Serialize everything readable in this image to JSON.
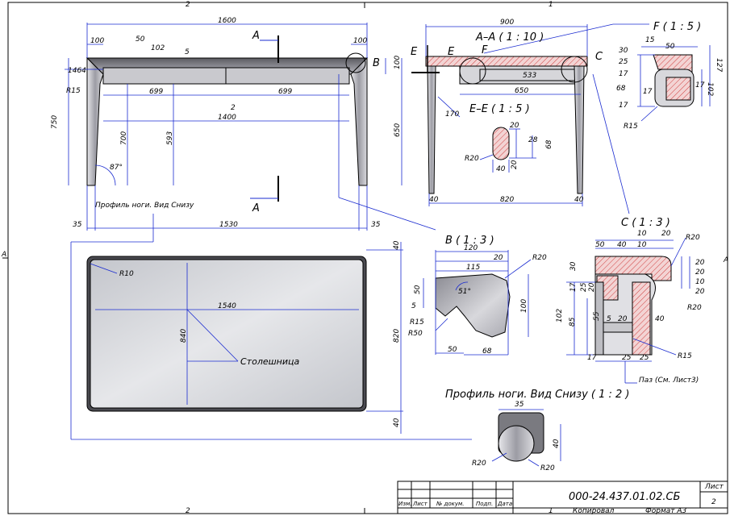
{
  "frame": {
    "zones_top": [
      "2",
      "1"
    ],
    "zones_bottom": [
      "2",
      "1"
    ],
    "zones_side": [
      "A",
      "A"
    ]
  },
  "views": {
    "front": {
      "dims": [
        "1600",
        "100",
        "50",
        "102",
        "5",
        "100",
        "1464",
        "R15",
        "699",
        "2",
        "699",
        "1400",
        "750",
        "700",
        "593",
        "87°",
        "650",
        "100",
        "35",
        "1530",
        "35"
      ],
      "section_mark": "A",
      "detail_mark": "B",
      "note": "Профиль ноги. Вид Снизу"
    },
    "side": {
      "title": "A–A ( 1 : 10 )",
      "dims": [
        "900",
        "533",
        "650",
        "170",
        "40",
        "820",
        "40"
      ],
      "marks": [
        "E",
        "E",
        "F",
        "C"
      ],
      "section_ee": "E–E ( 1 : 5 )"
    },
    "section_ee": {
      "dims": [
        "20",
        "28",
        "68",
        "R20",
        "40",
        "20"
      ]
    },
    "detail_f": {
      "title": "F ( 1 : 5 )",
      "dims": [
        "15",
        "50",
        "30",
        "25",
        "17",
        "68",
        "17",
        "17",
        "17",
        "127",
        "102",
        "R15"
      ]
    },
    "plan": {
      "dims": [
        "R10",
        "1540",
        "840",
        "820",
        "40",
        "40"
      ],
      "label": "Столешница"
    },
    "detail_b": {
      "title": "B ( 1 : 3 )",
      "dims": [
        "120",
        "20",
        "115",
        "R20",
        "50",
        "5",
        "51°",
        "R15",
        "R50",
        "100",
        "50",
        "68"
      ]
    },
    "detail_c": {
      "title": "C ( 1 : 3 )",
      "dims": [
        "10",
        "20",
        "R20",
        "50",
        "40",
        "10",
        "20",
        "30",
        "20",
        "10",
        "17",
        "25",
        "20",
        "20",
        "102",
        "55",
        "85",
        "5",
        "20",
        "40",
        "17",
        "25",
        "25",
        "R20",
        "R15"
      ],
      "note": "Паз (См. Лист3)"
    },
    "leg_profile": {
      "title": "Профиль ноги. Вид Снизу ( 1 : 2 )",
      "dims": [
        "35",
        "R20",
        "40",
        "R20"
      ]
    }
  },
  "title_block": {
    "code": "000-24.437.01.02.СБ",
    "sheet_label": "Лист",
    "sheet_no": "2",
    "cols": [
      "Изм.",
      "Лист",
      "№ докум.",
      "Подп.",
      "Дата"
    ],
    "copied": "Копировал",
    "format": "Формат А3"
  }
}
